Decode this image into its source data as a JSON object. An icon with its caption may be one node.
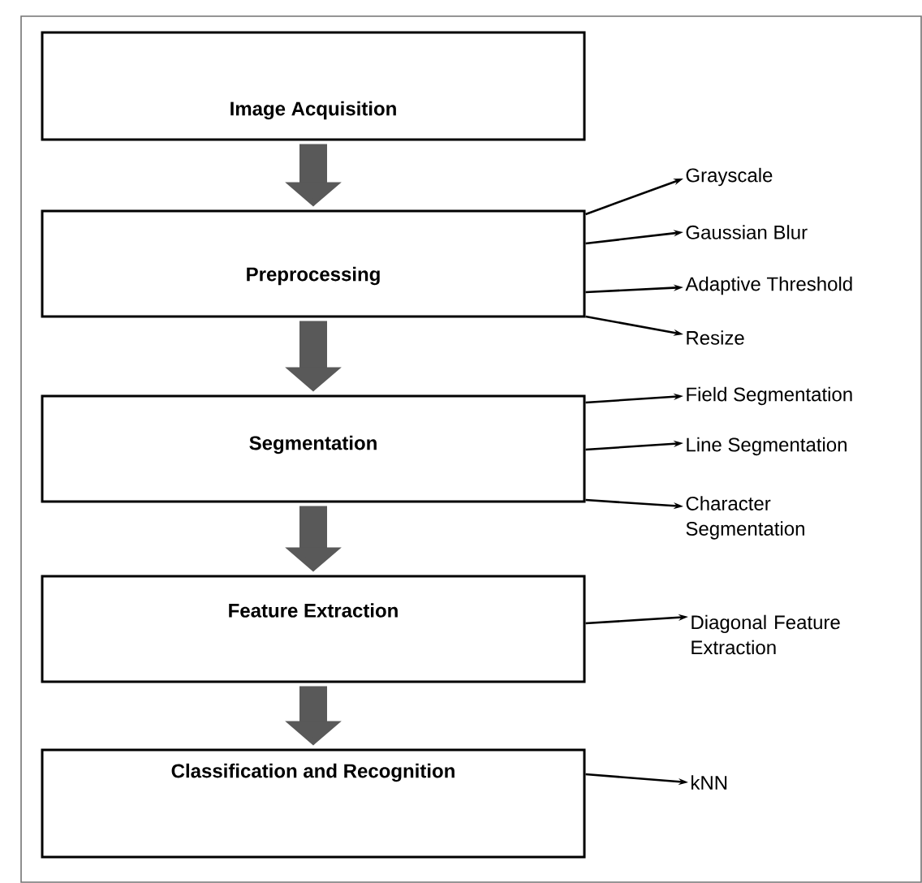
{
  "diagram": {
    "nodes": [
      {
        "text": [
          "Image Acquisition"
        ]
      },
      {
        "text": [
          "Preprocessing"
        ]
      },
      {
        "text": [
          "Segmentation"
        ]
      },
      {
        "text": [
          "Feature Extraction"
        ]
      },
      {
        "text": [
          "Classification and Recognition"
        ]
      },
      {
        "text": [
          "Grayscale"
        ]
      },
      {
        "text": [
          "Gaussian Blur"
        ]
      },
      {
        "text": [
          "Adaptive Threshold"
        ]
      },
      {
        "text": [
          "Resize"
        ]
      },
      {
        "text": [
          "Field Segmentation"
        ]
      },
      {
        "text": [
          "Line Segmentation"
        ]
      },
      {
        "text": [
          "Character Segmentation"
        ]
      },
      {
        "text": [
          "Diagonal Feature Extraction"
        ]
      },
      {
        "text": [
          "kNN"
        ]
      }
    ],
    "edges": [
      {
        "from": 0,
        "to": 1,
        "arrow": "to",
        "style": "thick",
        "color": "#595959"
      },
      {
        "from": 1,
        "to": 2,
        "arrow": "to",
        "style": "thick",
        "color": "#595959"
      },
      {
        "from": 2,
        "to": 3,
        "arrow": "to",
        "style": "thick",
        "color": "#595959"
      },
      {
        "from": 3,
        "to": 4,
        "arrow": "to",
        "style": "thick",
        "color": "#595959"
      },
      {
        "from": 1,
        "to": 5,
        "arrow": "to"
      },
      {
        "from": 1,
        "to": 6,
        "arrow": "to"
      },
      {
        "from": 1,
        "to": 7,
        "arrow": "to"
      },
      {
        "from": 1,
        "to": 8,
        "arrow": "to"
      },
      {
        "from": 2,
        "to": 9,
        "arrow": "to"
      },
      {
        "from": 2,
        "to": 10,
        "arrow": "to"
      },
      {
        "from": 2,
        "to": 11,
        "arrow": "to"
      },
      {
        "from": 3,
        "to": 12,
        "arrow": "to"
      },
      {
        "from": 4,
        "to": 13,
        "arrow": "to"
      }
    ]
  }
}
